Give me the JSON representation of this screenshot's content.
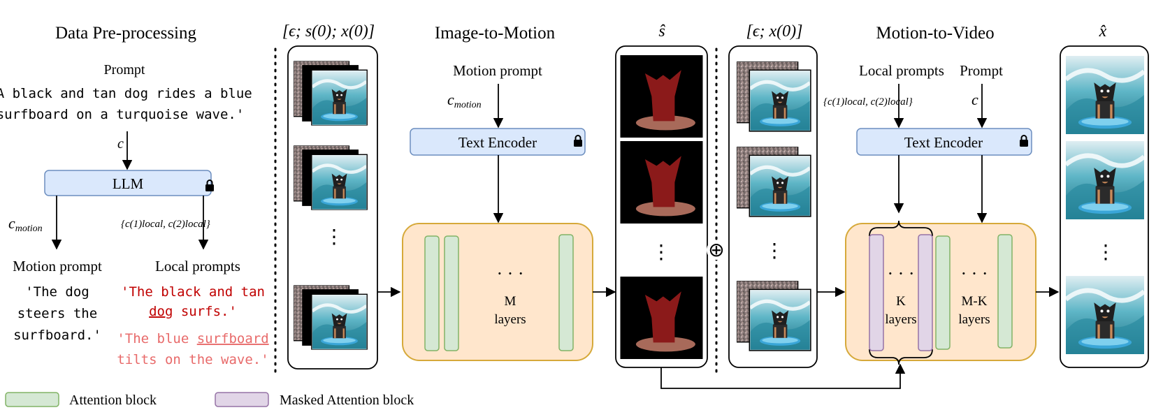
{
  "sections": {
    "preprocessing": "Data Pre-processing",
    "image_to_motion": "Image-to-Motion",
    "motion_to_video": "Motion-to-Video"
  },
  "headers": {
    "input_stack": "[ϵ; s(0); x(0)]",
    "s_hat": "ŝ",
    "eps_x0": "[ϵ; x(0)]",
    "x_hat": "x̂"
  },
  "preprocessing": {
    "prompt_label": "Prompt",
    "prompt_line1": "'A black and tan dog rides a blue",
    "prompt_line2": "surfboard on a turquoise wave.'",
    "c_symbol": "c",
    "llm_label": "LLM",
    "c_motion_symbol": "c",
    "c_motion_sub": "motion",
    "c_local_set": "{c(1)local, c(2)local}",
    "motion_prompt_label": "Motion prompt",
    "motion_text_1": "'The dog",
    "motion_text_2": "steers the",
    "motion_text_3": "surfboard.'",
    "local_prompts_label": "Local prompts",
    "local1_line1": "'The black and tan",
    "local1_line2a": "dog",
    "local1_line2b": " surfs.'",
    "local2_line1a": "'The blue ",
    "local2_line1b": "surfboard",
    "local2_line2": "tilts on the wave.'"
  },
  "image_to_motion": {
    "motion_prompt_label": "Motion prompt",
    "c_motion_symbol": "c",
    "c_motion_sub": "motion",
    "text_encoder": "Text Encoder",
    "dots": "· · ·",
    "layers_m": "M",
    "layers_word": "layers"
  },
  "motion_to_video": {
    "local_prompts_label": "Local prompts",
    "prompt_label": "Prompt",
    "c_local_set": "{c(1)local, c(2)local}",
    "c_symbol": "c",
    "text_encoder": "Text Encoder",
    "dots": "· · ·",
    "k_label": "K",
    "k_layers": "layers",
    "mk_label": "M-K",
    "mk_layers": "layers"
  },
  "oplus": "⊕",
  "legend": {
    "attention": "Attention block",
    "masked_attention": "Masked Attention block"
  },
  "colors": {
    "attention_fill": "#d5e8d4",
    "attention_stroke": "#82b366",
    "masked_fill": "#e1d5e7",
    "masked_stroke": "#9673a6",
    "encoder_fill": "#dae8fc",
    "encoder_stroke": "#6c8ebf",
    "transformer_fill": "#ffe6cc",
    "transformer_stroke": "#d6a93a",
    "local1_red": "#c00000",
    "local2_pink": "#e86a6a",
    "silhouette": "#8b1a1a",
    "board_silhouette": "#a86a5a"
  }
}
